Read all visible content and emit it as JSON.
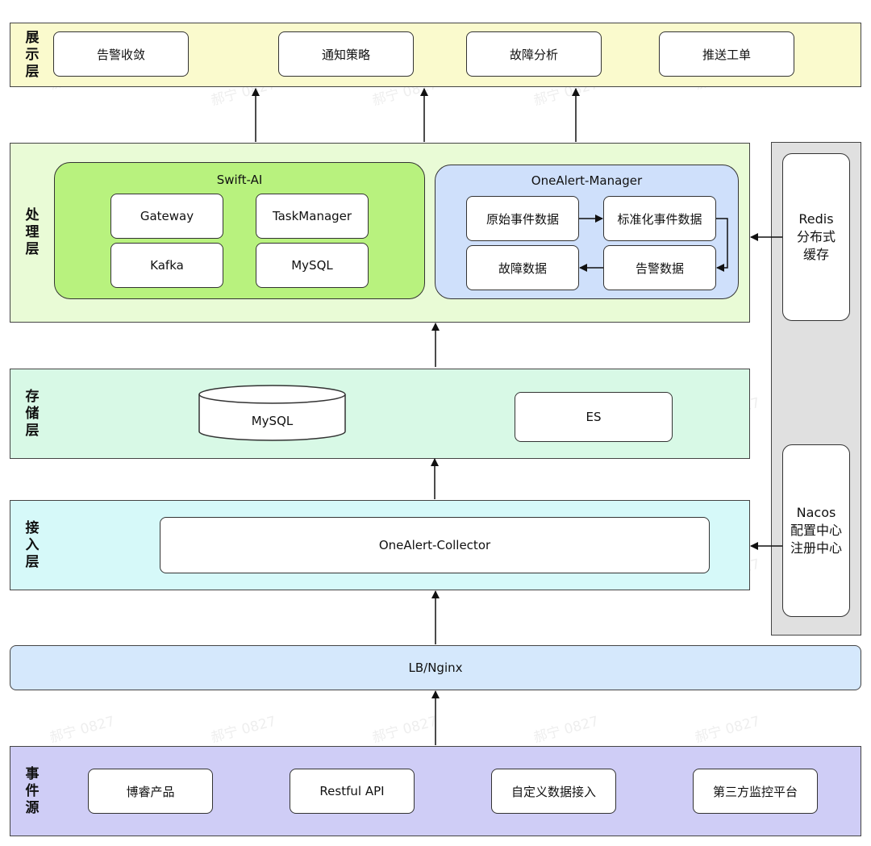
{
  "colors": {
    "presentation": "#fafacd",
    "processing": "#e9fbd6",
    "storage": "#d8f9e6",
    "access": "#d6f9f9",
    "lb": "#d5e8fc",
    "source": "#cfcdf6",
    "swift_group": "#b8f27e",
    "manager_group": "#cfe0fb",
    "side_panel": "#e0e0e0"
  },
  "layers": {
    "presentation": {
      "label": [
        "展",
        "示",
        "层"
      ],
      "boxes": [
        "告警收敛",
        "通知策略",
        "故障分析",
        "推送工单"
      ]
    },
    "processing": {
      "label": [
        "处",
        "理",
        "层"
      ],
      "swift_ai": {
        "title": "Swift-AI",
        "boxes": [
          "Gateway",
          "TaskManager",
          "Kafka",
          "MySQL"
        ]
      },
      "alert_manager": {
        "title": "OneAlert-Manager",
        "boxes": [
          "原始事件数据",
          "标准化事件数据",
          "故障数据",
          "告警数据"
        ]
      }
    },
    "storage": {
      "label": [
        "存",
        "储",
        "层"
      ],
      "db": "MySQL",
      "es": "ES"
    },
    "access": {
      "label": [
        "接",
        "入",
        "层"
      ],
      "collector": "OneAlert-Collector"
    },
    "lb": {
      "label": "LB/Nginx"
    },
    "source": {
      "label": [
        "事",
        "件",
        "源"
      ],
      "boxes": [
        "博睿产品",
        "Restful API",
        "自定义数据接入",
        "第三方监控平台"
      ]
    }
  },
  "side": {
    "redis": [
      "Redis",
      "分布式",
      "缓存"
    ],
    "nacos": [
      "Nacos",
      "配置中心",
      "注册中心"
    ]
  },
  "watermark": "郝宁 0827"
}
